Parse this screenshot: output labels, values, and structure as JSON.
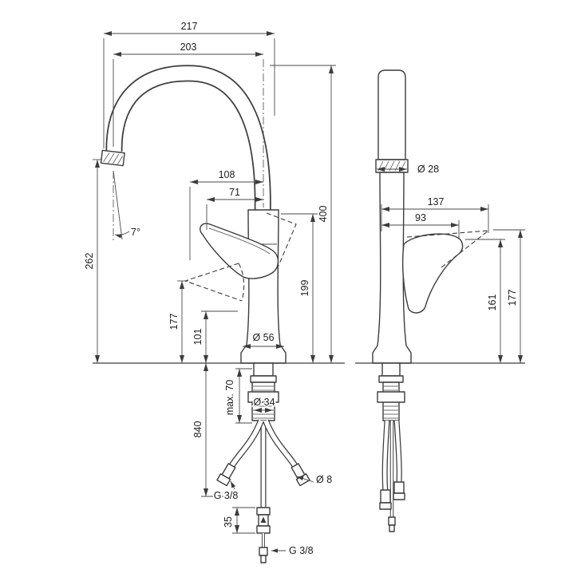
{
  "drawing": {
    "type": "technical-dimension-drawing",
    "subject": "kitchen-faucet-two-views",
    "colors": {
      "line": "#3c3c3c",
      "background": "#ffffff"
    },
    "left_view": {
      "dim_217": "217",
      "dim_203": "203",
      "dim_108": "108",
      "dim_71": "71",
      "dim_400": "400",
      "dim_262": "262",
      "angle_7": "7°",
      "dim_199": "199",
      "dim_177": "177",
      "dim_101": "101",
      "dia_56": "Ø 56",
      "dim_840": "840",
      "max_70": "max. 70",
      "dia_34": "Ø 34",
      "g38_side": "G 3/8",
      "dim_35": "35",
      "dia_8": "Ø 8",
      "g38_bottom": "G 3/8"
    },
    "right_view": {
      "dia_28": "Ø 28",
      "dim_137": "137",
      "dim_93": "93",
      "dim_161": "161",
      "dim_177": "177"
    }
  }
}
